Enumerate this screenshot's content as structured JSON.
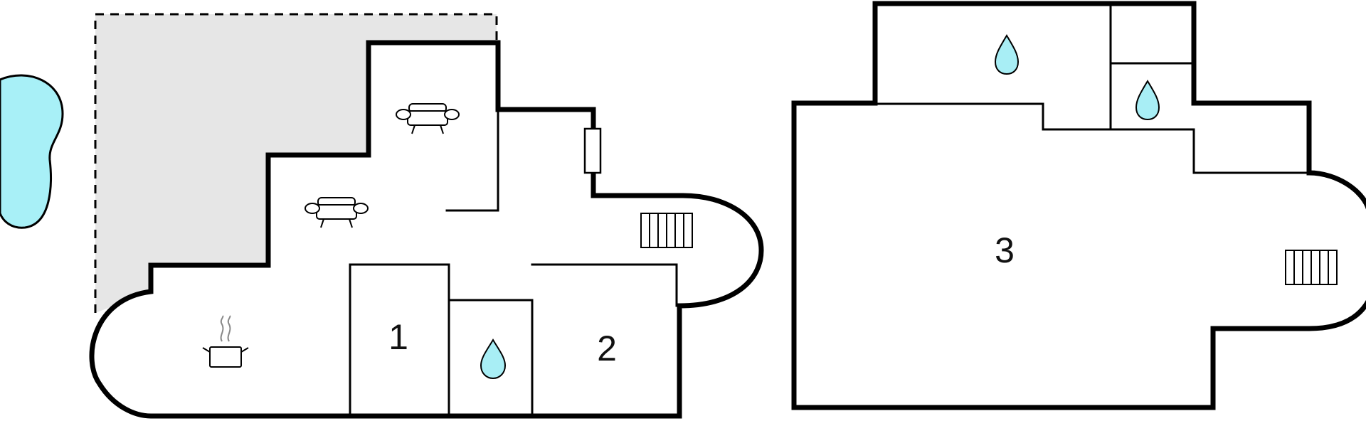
{
  "floorplan": {
    "rooms": [
      {
        "id": "room-1",
        "label": "1"
      },
      {
        "id": "room-2",
        "label": "2"
      },
      {
        "id": "room-3",
        "label": "3"
      }
    ],
    "icons": [
      "pool-icon",
      "sofa-icon",
      "cooking-pot-icon",
      "water-drop-icon",
      "stairs-icon",
      "window-icon"
    ],
    "colors": {
      "wall": "#000000",
      "terrace": "#e6e6e6",
      "pool": "#a8f0f7",
      "water": "#a8eef5"
    }
  }
}
